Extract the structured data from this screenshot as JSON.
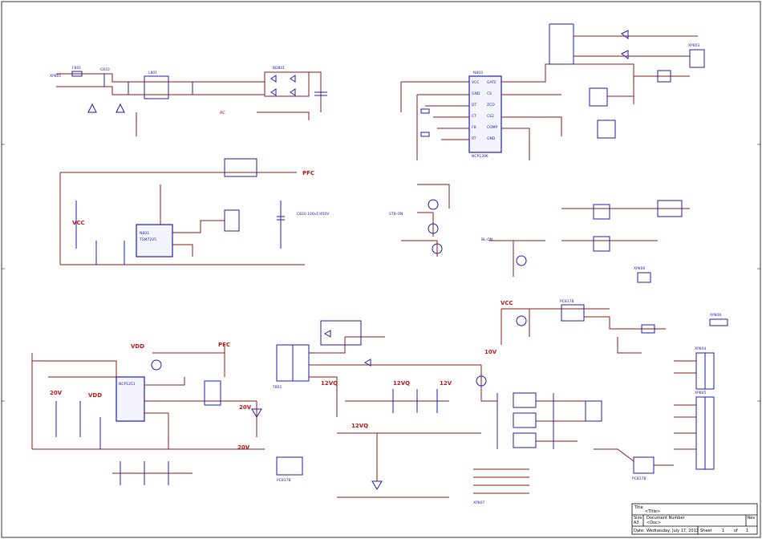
{
  "rails": {
    "pfc_top": "PFC",
    "vcc_left": "VCC",
    "vdd_a": "VDD",
    "vdd_b": "VDD",
    "pfc_mid": "PFC",
    "v20_a": "20V",
    "v20_b": "20V",
    "v20_c": "20V",
    "v12a": "12VQ",
    "v12b": "12VQ",
    "v12c": "12VQ",
    "v12d": "12V",
    "v10": "10V",
    "vcc_mid": "VCC",
    "ac": "AC"
  },
  "ics": {
    "main": "NCP1396",
    "main_ref": "N803",
    "pfc_ref": "N801",
    "pfc_ctrl": "TSM7205",
    "stby": "NCP1251",
    "opto_a": "PC817B",
    "opto_b": "PC817B",
    "opto_c": "PC817B"
  },
  "pins": {
    "left": [
      "VCC",
      "GND",
      "DT",
      "CT",
      "FB",
      "RT"
    ],
    "right": [
      "GATE",
      "CS",
      "ZCD",
      "CS2",
      "COMP",
      "GND"
    ]
  },
  "labels": {
    "fuse": "F801",
    "xcap": "C810",
    "bridge": "BD801",
    "lf": "L801",
    "ac_socket": "XP801",
    "xfmr": "T801",
    "cap_bulk": "C820 100uF/450V",
    "conn_out": "XP803",
    "conn_out2": "XP804",
    "conn_out3": "XP805",
    "conn_out4": "XP806",
    "conn_out5": "XP807",
    "bl_on": "BL-ON",
    "stby_on": "STB-ON"
  },
  "title_block": {
    "title": "<Title>",
    "size": "Size",
    "size_val": "A3",
    "docnum": "Document Number",
    "doc_val": "<Doc>",
    "rev": "Rev",
    "date": "Date:",
    "date_val": "Wednesday, July 17, 2013",
    "sheet": "Sheet",
    "of": "of",
    "sheet_val": "1"
  }
}
